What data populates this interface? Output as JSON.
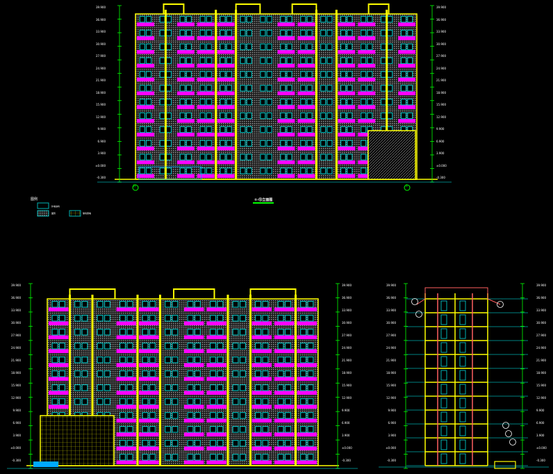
{
  "drawing": {
    "background": "#000000",
    "colors": {
      "outline": "#ffff00",
      "balcony": "#ff00ff",
      "window": "#00b4b4",
      "dimension": "#00ff00",
      "level_line": "#00ffff",
      "section_wall": "#ff6060",
      "hatch": "#8a8a8a",
      "text": "#ffffff"
    }
  },
  "views": {
    "top": {
      "title": "①-⑬立面图",
      "axis_left": "⑬",
      "axis_right": "①",
      "levels_left": [
        "39.900",
        "36.900",
        "33.900",
        "30.900",
        "27.900",
        "24.900",
        "21.900",
        "18.900",
        "15.900",
        "12.900",
        "9.900",
        "6.900",
        "3.900",
        "±0.000",
        "-0.300"
      ],
      "levels_right": [
        "39.900",
        "36.900",
        "33.900",
        "30.900",
        "27.900",
        "24.900",
        "21.900",
        "18.900",
        "15.900",
        "12.900",
        "9.900",
        "6.900",
        "3.900",
        "±0.000",
        "-0.300"
      ]
    },
    "bottom_left": {
      "title": "",
      "levels_left": [
        "39.900",
        "36.900",
        "33.900",
        "30.900",
        "27.900",
        "24.900",
        "21.900",
        "18.900",
        "15.900",
        "12.900",
        "9.900",
        "6.900",
        "3.900",
        "±0.000",
        "-0.300"
      ],
      "levels_right": [
        "39.900",
        "36.900",
        "33.900",
        "30.900",
        "27.900",
        "24.900",
        "21.900",
        "18.900",
        "15.900",
        "12.900",
        "9.900",
        "6.900",
        "3.900",
        "±0.000",
        "-0.300"
      ]
    },
    "bottom_right": {
      "title": "",
      "levels_left": [
        "39.900",
        "36.900",
        "33.900",
        "30.900",
        "27.900",
        "24.900",
        "21.900",
        "18.900",
        "15.900",
        "12.900",
        "9.900",
        "6.900",
        "3.900",
        "±0.000",
        "-0.300"
      ],
      "levels_right": [
        "39.900",
        "36.900",
        "33.900",
        "30.900",
        "27.900",
        "24.900",
        "21.900",
        "18.900",
        "15.900",
        "12.900",
        "9.900",
        "6.900",
        "3.900",
        "±0.000",
        "-0.300"
      ]
    }
  },
  "legend": {
    "heading": "图例",
    "items": [
      {
        "label": "外墙涂料"
      },
      {
        "label": "面砖"
      },
      {
        "label": "玻璃幕墙"
      }
    ]
  }
}
